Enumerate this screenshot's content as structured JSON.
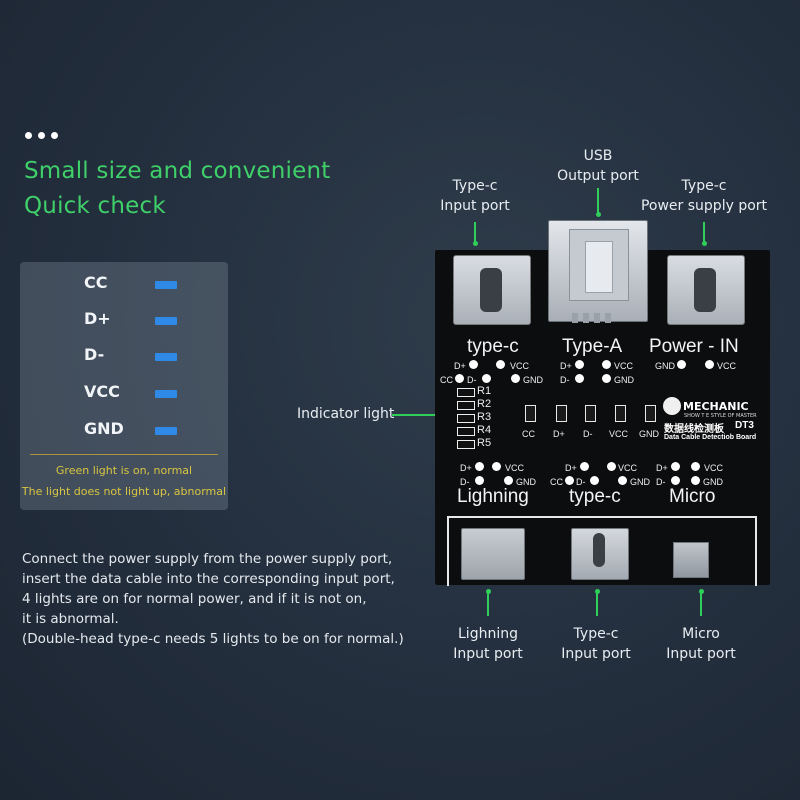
{
  "headline": {
    "line1": "Small size and convenient",
    "line2": "Quick check"
  },
  "legend": {
    "items": [
      {
        "label": "CC"
      },
      {
        "label": "D+"
      },
      {
        "label": "D-"
      },
      {
        "label": "VCC"
      },
      {
        "label": "GND"
      }
    ],
    "note1": "Green light is on, normal",
    "note2": "The light does not light up, abnormal",
    "bar_color": "#2e8ae6"
  },
  "description": "Connect the power supply from the power supply port,\ninsert the data cable into the corresponding input port,\n 4 lights are on for normal power, and if it is not on,\nit is abnormal.\n(Double-head type-c needs 5 lights to be on for normal.)",
  "callouts": {
    "usb_output": "USB\nOutput port",
    "typec_input": "Type-c\nInput port",
    "typec_power": "Type-c\nPower supply port",
    "indicator": "Indicator light",
    "lightning_input": "Lighning\nInput port",
    "typec_input_bottom": "Type-c\nInput port",
    "micro_input": "Micro\nInput port"
  },
  "board": {
    "top_labels": [
      "type-c",
      "Type-A",
      "Power - IN"
    ],
    "bottom_labels": [
      "Lighning",
      "type-c",
      "Micro"
    ],
    "pins": {
      "dplus": "D+",
      "dminus": "D-",
      "vcc": "VCC",
      "gnd": "GND",
      "cc": "CC"
    },
    "resistors": [
      "R1",
      "R2",
      "R3",
      "R4",
      "R5"
    ],
    "leds": [
      "CC",
      "D+",
      "D-",
      "VCC",
      "GND"
    ],
    "brand": "MECHANIC",
    "brand_sub": "SHOW T  E STYLE OF MASTER",
    "cn_title": "数据线检测板",
    "model": "DT3",
    "subtitle": "Data Cable Detectiob Board"
  },
  "colors": {
    "accent_green": "#3fd06a",
    "note_yellow": "#d9c640",
    "background": "#253140"
  }
}
